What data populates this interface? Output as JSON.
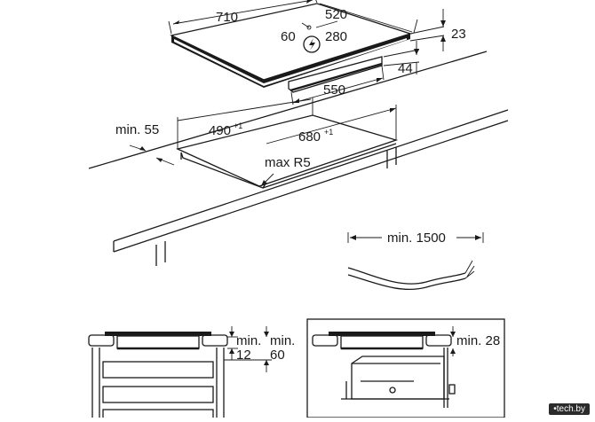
{
  "hob_top": {
    "width": "710",
    "depth": "520",
    "cable_offset": "60",
    "cable_distance": "280",
    "height_total": "23",
    "height_below": "44",
    "bottom_width": "550",
    "power_icon": "lightning-bolt-icon"
  },
  "cutout": {
    "min_gap_front": "min. 55",
    "depth": "490",
    "depth_tol": "+1",
    "width": "680",
    "width_tol": "+1",
    "corner_radius": "max R5"
  },
  "cable": {
    "min_length": "min. 1500"
  },
  "section_left": {
    "gap_a_label": "min.",
    "gap_a_value": "12",
    "gap_b_label": "min.",
    "gap_b_value": "60"
  },
  "section_right": {
    "gap_label": "min. 28"
  },
  "watermark": {
    "text": "•tech.by"
  }
}
